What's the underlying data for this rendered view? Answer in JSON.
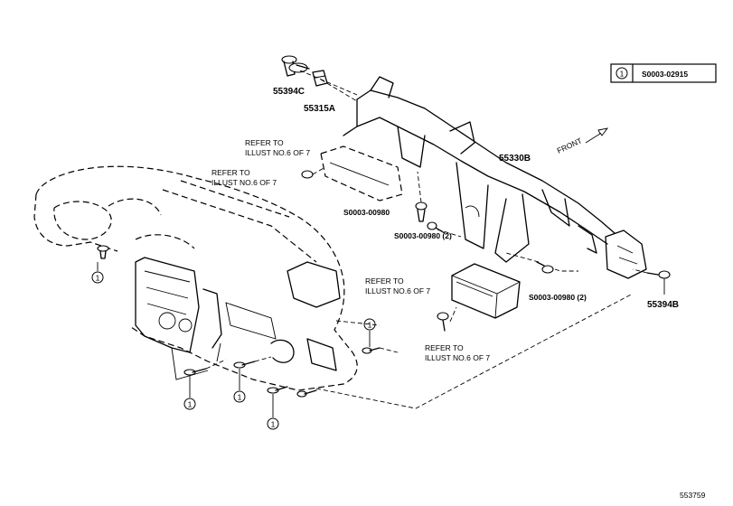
{
  "legend": {
    "marker": "1",
    "code": "S0003-02915"
  },
  "callout_marker": "1",
  "labels": {
    "p55394c": "55394C",
    "p55315a": "55315A",
    "p55330b": "55330B",
    "p55394b": "55394B",
    "s00980_a": "S0003-00980",
    "s00980_b": "S0003-00980 (2)",
    "s00980_c": "S0003-00980 (2)",
    "refer1_l1": "REFER TO",
    "refer1_l2": "ILLUST NO.6 OF 7",
    "refer2_l1": "REFER TO",
    "refer2_l2": "ILLUST NO.6 OF 7",
    "refer3_l1": "REFER TO",
    "refer3_l2": "ILLUST NO.6 OF 7",
    "refer4_l1": "REFER TO",
    "refer4_l2": "ILLUST NO.6 OF 7",
    "front": "FRONT"
  },
  "illustration_number": "553759"
}
